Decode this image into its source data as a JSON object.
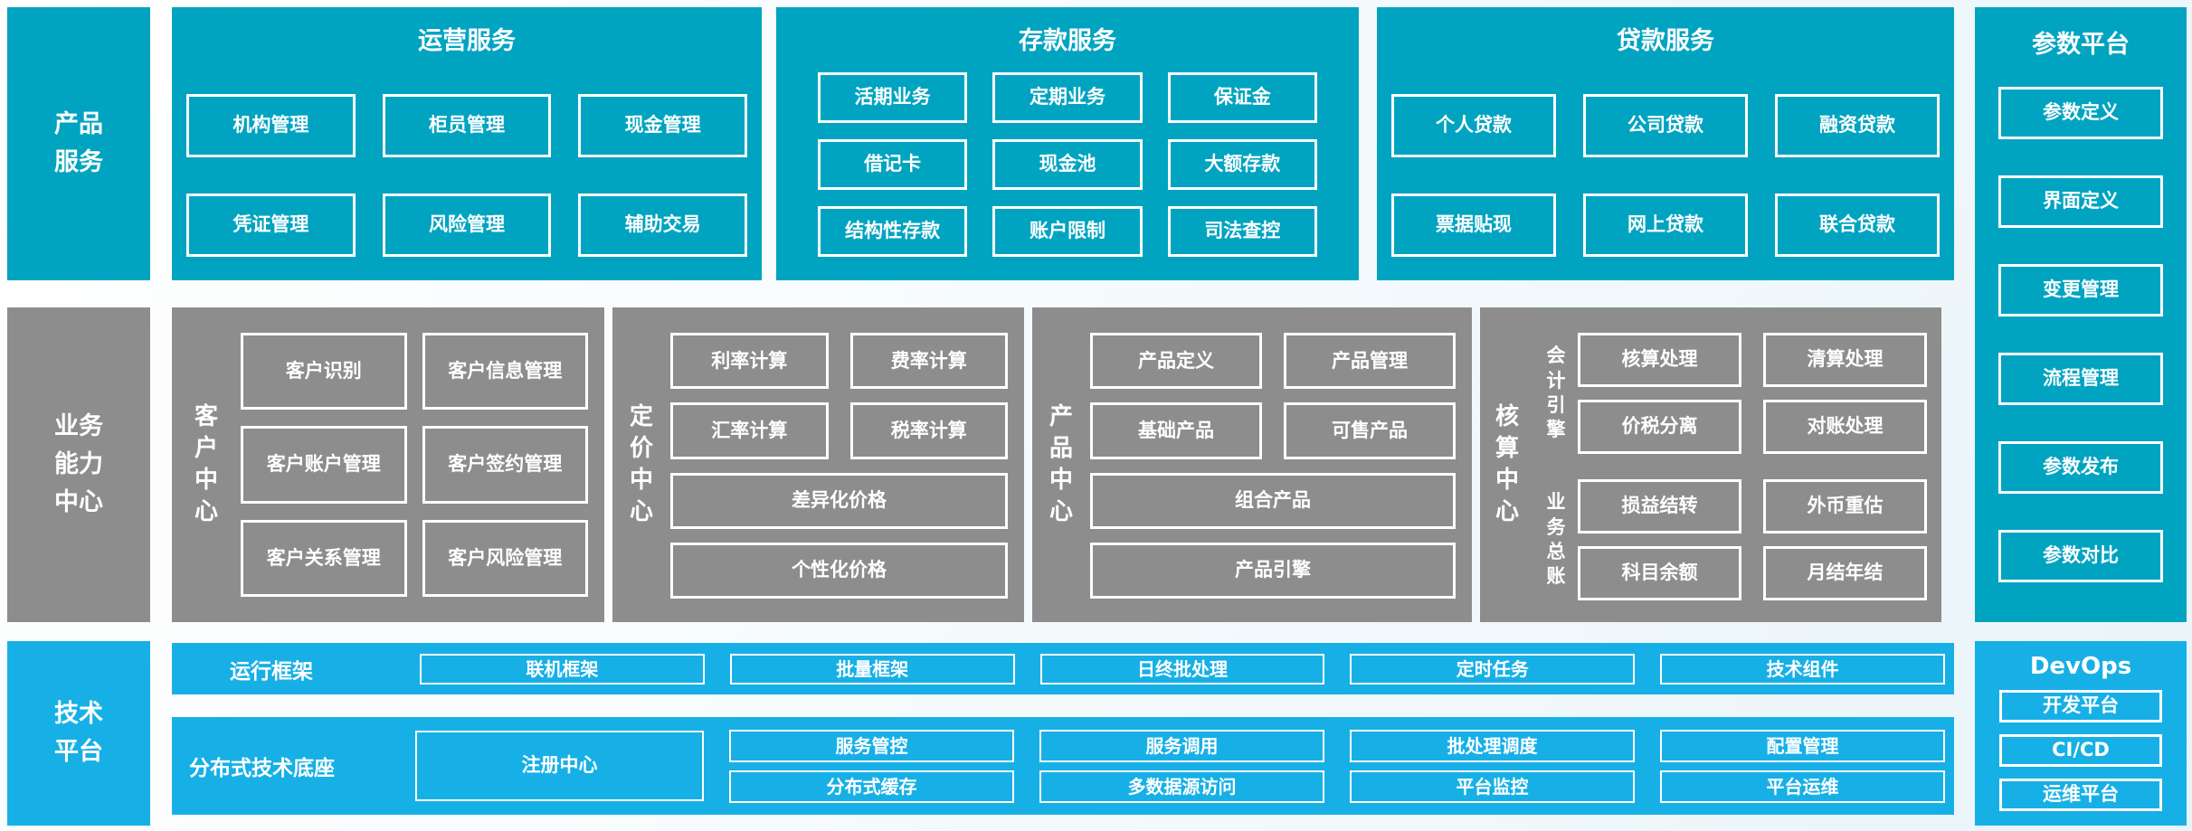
{
  "colors": {
    "teal": "#00a4c0",
    "blue": "#17b0e6",
    "gray": "#8d8d8d",
    "box_border": "#ffffff"
  },
  "rails": {
    "product": "产品\n服务",
    "business": "业务\n能力\n中心",
    "tech": "技术\n平台"
  },
  "top_panels": [
    {
      "title": "运营服务",
      "rows": [
        [
          "机构管理",
          "柜员管理",
          "现金管理"
        ],
        [
          "凭证管理",
          "风险管理",
          "辅助交易"
        ]
      ]
    },
    {
      "title": "存款服务",
      "rows": [
        [
          "活期业务",
          "定期业务",
          "保证金"
        ],
        [
          "借记卡",
          "现金池",
          "大额存款"
        ],
        [
          "结构性存款",
          "账户限制",
          "司法查控"
        ]
      ]
    },
    {
      "title": "贷款服务",
      "rows": [
        [
          "个人贷款",
          "公司贷款",
          "融资贷款"
        ],
        [
          "票据贴现",
          "网上贷款",
          "联合贷款"
        ]
      ]
    }
  ],
  "param_platform": {
    "title": "参数平台",
    "items": [
      "参数定义",
      "界面定义",
      "变更管理",
      "流程管理",
      "参数发布",
      "参数对比"
    ]
  },
  "capability": {
    "customer": {
      "label": "客\n户\n中\n心",
      "boxes": [
        [
          "客户识别",
          "客户信息管理"
        ],
        [
          "客户账户管理",
          "客户签约管理"
        ],
        [
          "客户关系管理",
          "客户风险管理"
        ]
      ]
    },
    "pricing": {
      "label": "定\n价\n中\n心",
      "grid": [
        [
          "利率计算",
          "费率计算"
        ],
        [
          "汇率计算",
          "税率计算"
        ]
      ],
      "wide": [
        "差异化价格",
        "个性化价格"
      ]
    },
    "product": {
      "label": "产\n品\n中\n心",
      "grid": [
        [
          "产品定义",
          "产品管理"
        ],
        [
          "基础产品",
          "可售产品"
        ]
      ],
      "wide": [
        "组合产品",
        "产品引擎"
      ]
    },
    "accounting": {
      "label": "核\n算\n中\n心",
      "groups": [
        {
          "label": "会\n计\n引\n擎",
          "grid": [
            [
              "核算处理",
              "清算处理"
            ],
            [
              "价税分离",
              "对账处理"
            ]
          ]
        },
        {
          "label": "业\n务\n总\n账",
          "grid": [
            [
              "损益结转",
              "外币重估"
            ],
            [
              "科目余额",
              "月结年结"
            ]
          ]
        }
      ]
    }
  },
  "tech_bars": {
    "runtime": {
      "label": "运行框架",
      "items": [
        "联机框架",
        "批量框架",
        "日终批处理",
        "定时任务",
        "技术组件"
      ]
    },
    "distributed": {
      "label": "分布式技术底座",
      "primary": "注册中心",
      "columns": [
        [
          "服务管控",
          "分布式缓存"
        ],
        [
          "服务调用",
          "多数据源访问"
        ],
        [
          "批处理调度",
          "平台监控"
        ],
        [
          "配置管理",
          "平台运维"
        ]
      ]
    }
  },
  "devops": {
    "title": "DevOps",
    "items": [
      "开发平台",
      "CI/CD",
      "运维平台"
    ]
  }
}
